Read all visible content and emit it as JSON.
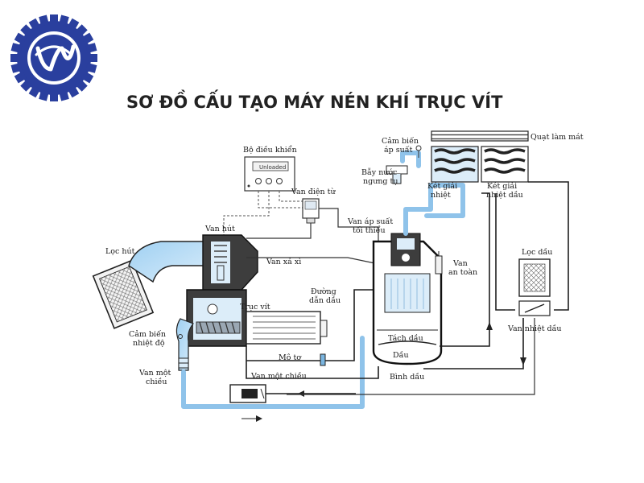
{
  "title": "SƠ ĐỒ CẤU TẠO MÁY NÉN KHÍ TRỤC VÍT",
  "logo": {
    "icon": "gear-logo-icon",
    "color": "#2a3f9e"
  },
  "colors": {
    "air_flow": "#8fc3ea",
    "lines": "#1e1e1e"
  },
  "controller_display": "Unloaded",
  "labels": {
    "bo_dieu_khien": "Bộ điều khiển",
    "van_dien_tu": "Van điện từ",
    "cam_bien_ap_suat_1": "Cảm biến",
    "cam_bien_ap_suat_2": "áp suất",
    "bay_nuoc_1": "Bẫy nước",
    "bay_nuoc_2": "ngưng tụ",
    "ket_giai_nhiet_1": "Két giải",
    "ket_giai_nhiet_2": "nhiệt",
    "quat_lam_mat": "Quạt làm mát",
    "ket_giai_nhiet_dau_1": "Két giải",
    "ket_giai_nhiet_dau_2": "nhiệt dầu",
    "van_ap_suat_1": "Van áp suất",
    "van_ap_suat_2": "tối thiểu",
    "van_an_toan_1": "Van",
    "van_an_toan_2": "an toàn",
    "van_hut": "Van hút",
    "loc_hut": "Lọc hút",
    "van_xa_xi": "Van xả xì",
    "duong_dan_dau_1": "Đường",
    "duong_dan_dau_2": "dẫn dầu",
    "truc_vit": "Trục vít",
    "cam_bien_nhiet_do_1": "Cảm biến",
    "cam_bien_nhiet_do_2": "nhiệt độ",
    "mo_to": "Mô tơ",
    "van_mot_chieu_left_1": "Van một",
    "van_mot_chieu_left_2": "chiều",
    "van_mot_chieu_bottom": "Van một chiều",
    "tach_dau": "Tách dầu",
    "dau": "Dầu",
    "binh_dau": "Bình dầu",
    "loc_dau": "Lọc dầu",
    "van_nhiet_dau": "Van nhiệt dầu"
  }
}
